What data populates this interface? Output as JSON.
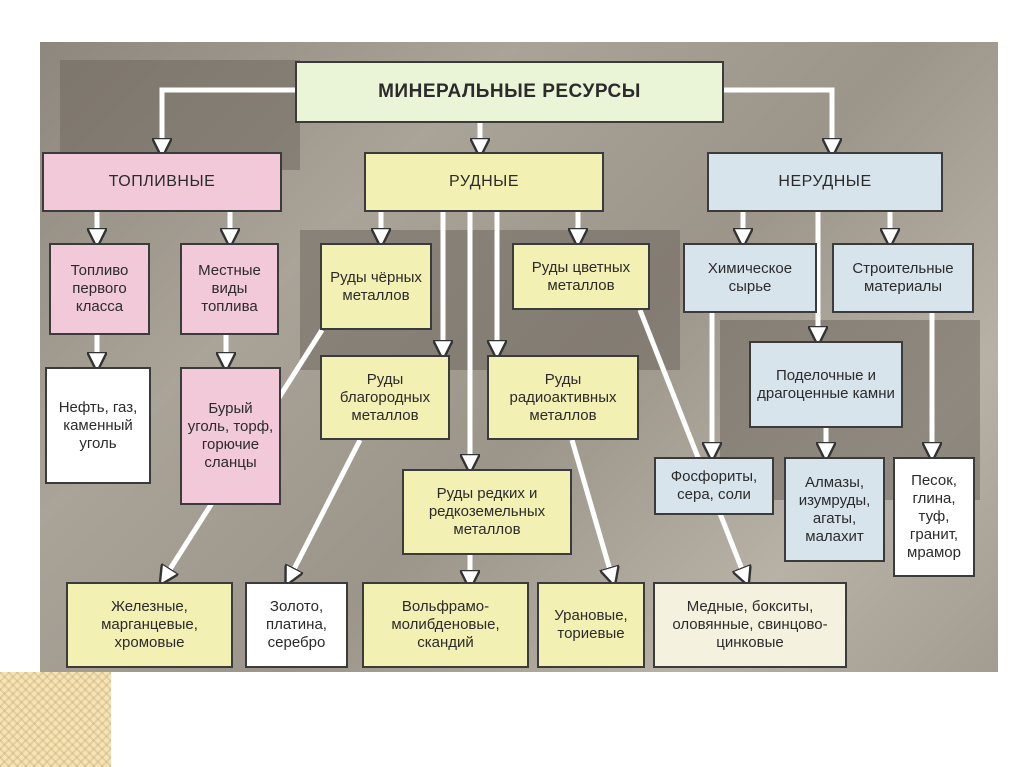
{
  "title": "МИНЕРАЛЬНЫЕ РЕСУРСЫ",
  "categories": {
    "fuel": "ТОПЛИВНЫЕ",
    "ore": "РУДНЫЕ",
    "nonmetal": "НЕРУДНЫЕ"
  },
  "fuel": {
    "first_class": "Топливо первого класса",
    "local": "Местные виды топлива",
    "first_class_examples": "Нефть, газ, каменный уголь",
    "local_examples": "Бурый уголь, торф, горючие сланцы"
  },
  "ore": {
    "ferrous": "Руды чёрных металлов",
    "nonferrous": "Руды цветных металлов",
    "precious": "Руды благородных металлов",
    "radioactive": "Руды радиоактивных металлов",
    "rare": "Руды редких и редкоземельных металлов",
    "ferrous_examples": "Железные, марганцевые, хромовые",
    "precious_examples": "Золото, платина, серебро",
    "rare_examples": "Вольфрамо-молибденовые, скандий",
    "radioactive_examples": "Урановые, ториевые",
    "nonferrous_examples": "Медные, бокситы, оловянные, свинцово-цинковые"
  },
  "nonmetal": {
    "chemical": "Химическое сырье",
    "construction": "Строительные материалы",
    "gems": "Поделочные и драгоценные камни",
    "chemical_examples": "Фосфориты, сера, соли",
    "gems_examples": "Алмазы, изумруды, агаты, малахит",
    "construction_examples": "Песок, глина, туф, гранит, мрамор"
  },
  "colors": {
    "title": "#eaf4d6",
    "fuel": "#f2c9d8",
    "ore": "#f3f0b4",
    "nonmetal": "#d8e4ec"
  }
}
